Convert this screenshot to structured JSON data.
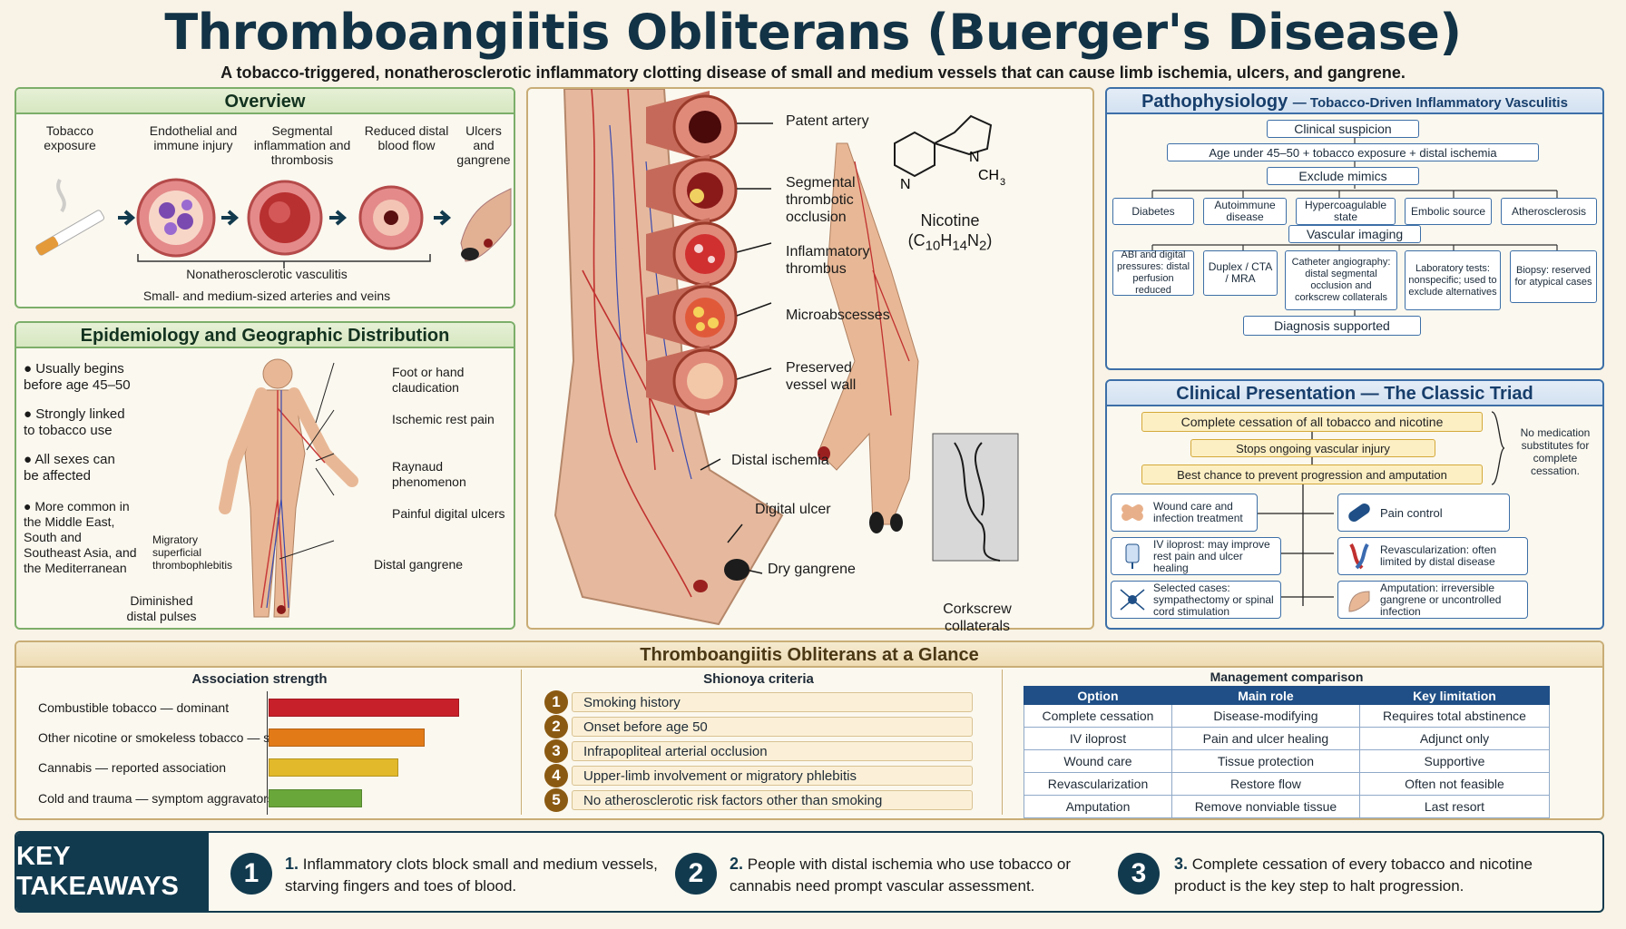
{
  "title": "Thromboangiitis Obliterans (Buerger's Disease)",
  "subtitle": "A tobacco-triggered, nonatherosclerotic inflammatory clotting disease of small and medium vessels that can cause limb ischemia, ulcers, and gangrene.",
  "overview": {
    "heading": "Overview",
    "steps": [
      "Tobacco exposure",
      "Endothelial and immune injury",
      "Segmental inflammation and thrombosis",
      "Reduced distal blood flow",
      "Ulcers and gangrene"
    ],
    "bracket_label": "Nonatherosclerotic vasculitis",
    "footnote": "Small- and medium-sized arteries and veins"
  },
  "epidemiology": {
    "heading": "Epidemiology and Geographic Distribution",
    "bullets": [
      "Usually begins before age 45–50",
      "Strongly linked to tobacco use",
      "All sexes can be affected",
      "More common in the Middle East, South and Southeast Asia, and the Mediterranean"
    ],
    "callouts": [
      "Foot or hand claudication",
      "Ischemic rest pain",
      "Raynaud phenomenon",
      "Painful digital ulcers",
      "Distal gangrene"
    ],
    "left_callouts": [
      "Migratory superficial thrombophlebitis",
      "Diminished distal pulses"
    ]
  },
  "center": {
    "vessel_labels": [
      "Patent artery",
      "Segmental thrombotic occlusion",
      "Inflammatory thrombus",
      "Microabscesses",
      "Preserved vessel wall"
    ],
    "foot_labels": [
      "Distal ischemia",
      "Digital ulcer",
      "Dry gangrene"
    ],
    "nicotine": "Nicotine",
    "formula": "(C10H14N2)",
    "corkscrew": "Corkscrew collaterals"
  },
  "patho": {
    "heading": "Pathophysiology",
    "heading_sub": "— Tobacco-Driven Inflammatory Vasculitis",
    "clinical_suspicion": "Clinical suspicion",
    "age_line": "Age under 45–50 + tobacco exposure + distal ischemia",
    "exclude": "Exclude mimics",
    "mimics": [
      "Diabetes",
      "Autoimmune disease",
      "Hypercoagulable state",
      "Embolic source",
      "Atherosclerosis"
    ],
    "imaging": "Vascular imaging",
    "tests": [
      "ABI and digital pressures: distal perfusion reduced",
      "Duplex / CTA / MRA",
      "Catheter angiography: distal segmental occlusion and corkscrew collaterals",
      "Laboratory tests: nonspecific; used to exclude alternatives",
      "Biopsy: reserved for atypical cases"
    ],
    "diagnosis": "Diagnosis supported"
  },
  "clinical": {
    "heading": "Clinical Presentation — The Classic Triad",
    "steps": [
      "Complete cessation of all tobacco and nicotine",
      "Stops ongoing vascular injury",
      "Best chance to prevent progression and amputation"
    ],
    "side_note": "No medication substitutes for complete cessation.",
    "left_boxes": [
      "Wound care and infection treatment",
      "IV iloprost: may improve rest pain and ulcer healing",
      "Selected cases: sympathectomy or spinal cord stimulation"
    ],
    "right_boxes": [
      "Pain control",
      "Revascularization: often limited by distal disease",
      "Amputation: irreversible gangrene or uncontrolled infection"
    ]
  },
  "glance": {
    "heading": "Thromboangiitis Obliterans at a Glance",
    "assoc_heading": "Association strength",
    "shionoya_heading": "Shionoya criteria",
    "criteria": [
      "Smoking history",
      "Onset before age 50",
      "Infrapopliteal arterial occlusion",
      "Upper-limb involvement or migratory phlebitis",
      "No atherosclerotic risk factors other than smoking"
    ],
    "mgmt_heading": "Management comparison",
    "mgmt_cols": [
      "Option",
      "Main role",
      "Key limitation"
    ],
    "mgmt_rows": [
      [
        "Complete cessation",
        "Disease-modifying",
        "Requires total abstinence"
      ],
      [
        "IV iloprost",
        "Pain and ulcer healing",
        "Adjunct only"
      ],
      [
        "Wound care",
        "Tissue protection",
        "Supportive"
      ],
      [
        "Revascularization",
        "Restore flow",
        "Often not feasible"
      ],
      [
        "Amputation",
        "Remove nonviable tissue",
        "Last resort"
      ]
    ]
  },
  "chart_data": {
    "type": "bar",
    "orientation": "horizontal",
    "title": "Association strength",
    "categories": [
      "Combustible tobacco — dominant",
      "Other nicotine or smokeless tobacco — strong",
      "Cannabis — reported association",
      "Cold and trauma — symptom aggravators"
    ],
    "values": [
      1.0,
      0.82,
      0.68,
      0.49
    ],
    "colors": [
      "#c8202a",
      "#e27a18",
      "#e2b92a",
      "#6aa73a"
    ],
    "xlim": [
      0,
      1
    ]
  },
  "takeaways": {
    "heading": "KEY TAKEAWAYS",
    "items": [
      {
        "num": "1",
        "label": "1.",
        "text": "Inflammatory clots block small and medium vessels, starving fingers and toes of blood."
      },
      {
        "num": "2",
        "label": "2.",
        "text": "People with distal ischemia who use tobacco or cannabis need prompt vascular assessment."
      },
      {
        "num": "3",
        "label": "3.",
        "text": "Complete cessation of every tobacco and nicotine product is the key step to halt progression."
      }
    ]
  }
}
